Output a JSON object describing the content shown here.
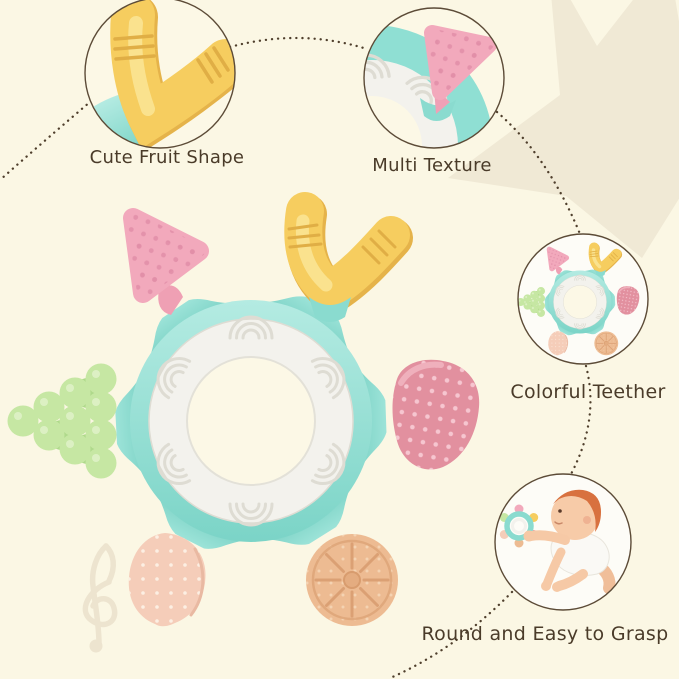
{
  "image": {
    "alt": "Baby teether rattle feature collage",
    "background_color": "#FBF7E4",
    "star_color": "#F0E9D5"
  },
  "callouts": [
    {
      "label": "Cute Fruit Shape"
    },
    {
      "label": "Multi Texture"
    },
    {
      "label": "Colorful Teether"
    },
    {
      "label": "Round and Easy to Grasp"
    }
  ],
  "toy": {
    "ring_color": "#8FDCD2",
    "grip_color": "#F3F2ED",
    "teethers": [
      "watermelon-slice",
      "banana",
      "grapes",
      "strawberry",
      "peach",
      "orange-slice"
    ],
    "teether_colors": {
      "watermelon": "#F2A9BC",
      "banana": "#F6CD5F",
      "grapes": "#C6E7A3",
      "strawberry": "#E2909F",
      "peach": "#F5CDB9",
      "orange": "#EDBB92"
    }
  },
  "decor": {
    "treble_clef_color": "#EDE4CF",
    "dotted_line_color": "#4F3F2C",
    "text_color": "#4A3B29",
    "circle_border_color": "#5C4B37"
  }
}
